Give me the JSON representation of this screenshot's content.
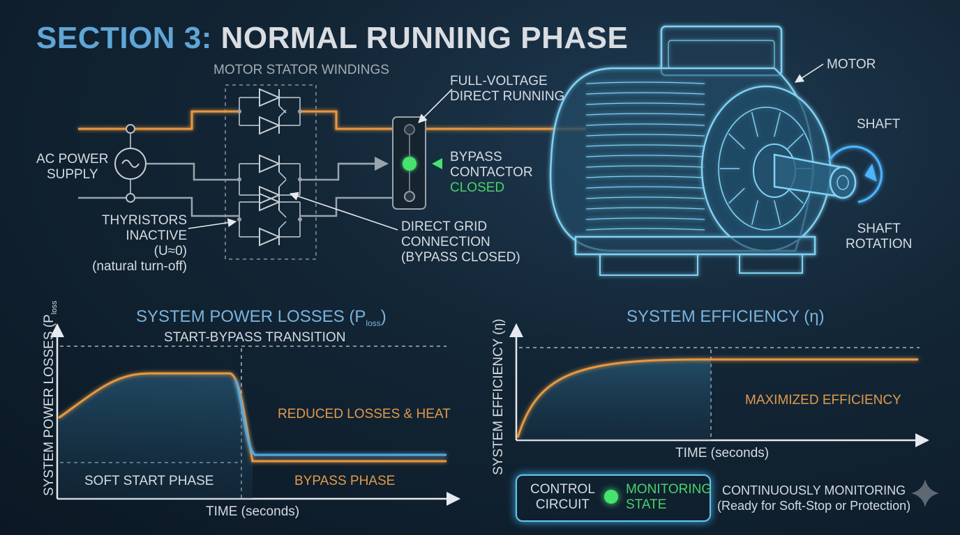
{
  "title": {
    "part1": "SECTION 3:",
    "part2": "NORMAL RUNNING PHASE"
  },
  "circuit": {
    "stator_label": "MOTOR STATOR WINDINGS",
    "full_voltage": [
      "FULL-VOLTAGE",
      "DIRECT RUNNING"
    ],
    "ac_supply": [
      "AC POWER",
      "SUPPLY"
    ],
    "bypass": [
      "BYPASS",
      "CONTACTOR"
    ],
    "bypass_state": "CLOSED",
    "thyristors": [
      "THYRISTORS",
      "INACTIVE",
      "(U≈0)",
      "(natural turn-off)"
    ],
    "direct_grid": [
      "DIRECT GRID",
      "CONNECTION",
      "(BYPASS CLOSED)"
    ]
  },
  "motor": {
    "motor_label": "MOTOR",
    "shaft_label": "SHAFT",
    "rotation": [
      "SHAFT",
      "ROTATION"
    ]
  },
  "losses_chart": {
    "title": "SYSTEM POWER LOSSES (P",
    "title_sub": "loss",
    "title_end": ")",
    "ylabel": "SYSTEM POWER LOSSES (P",
    "ylabel_sub": "loss",
    "transition": "START-BYPASS TRANSITION",
    "reduced": "REDUCED LOSSES & HEAT",
    "soft_start": "SOFT START PHASE",
    "bypass_phase": "BYPASS PHASE",
    "xlabel": "TIME (seconds)"
  },
  "efficiency_chart": {
    "title": "SYSTEM EFFICIENCY (η)",
    "ylabel": "SYSTEM EFFICIENCY (η)",
    "maximized": "MAXIMIZED EFFICIENCY",
    "xlabel": "TIME (seconds)"
  },
  "control": {
    "control_circuit": [
      "CONTROL",
      "CIRCUIT"
    ],
    "monitoring_state": [
      "MONITORING",
      "STATE"
    ],
    "continuous": [
      "CONTINUOUSLY MONITORING",
      "(Ready for Soft-Stop or Protection)"
    ]
  },
  "colors": {
    "orange": "#e8983f",
    "blue": "#56a8e0",
    "green": "#47e46d",
    "wire": "#9aa4ad"
  }
}
